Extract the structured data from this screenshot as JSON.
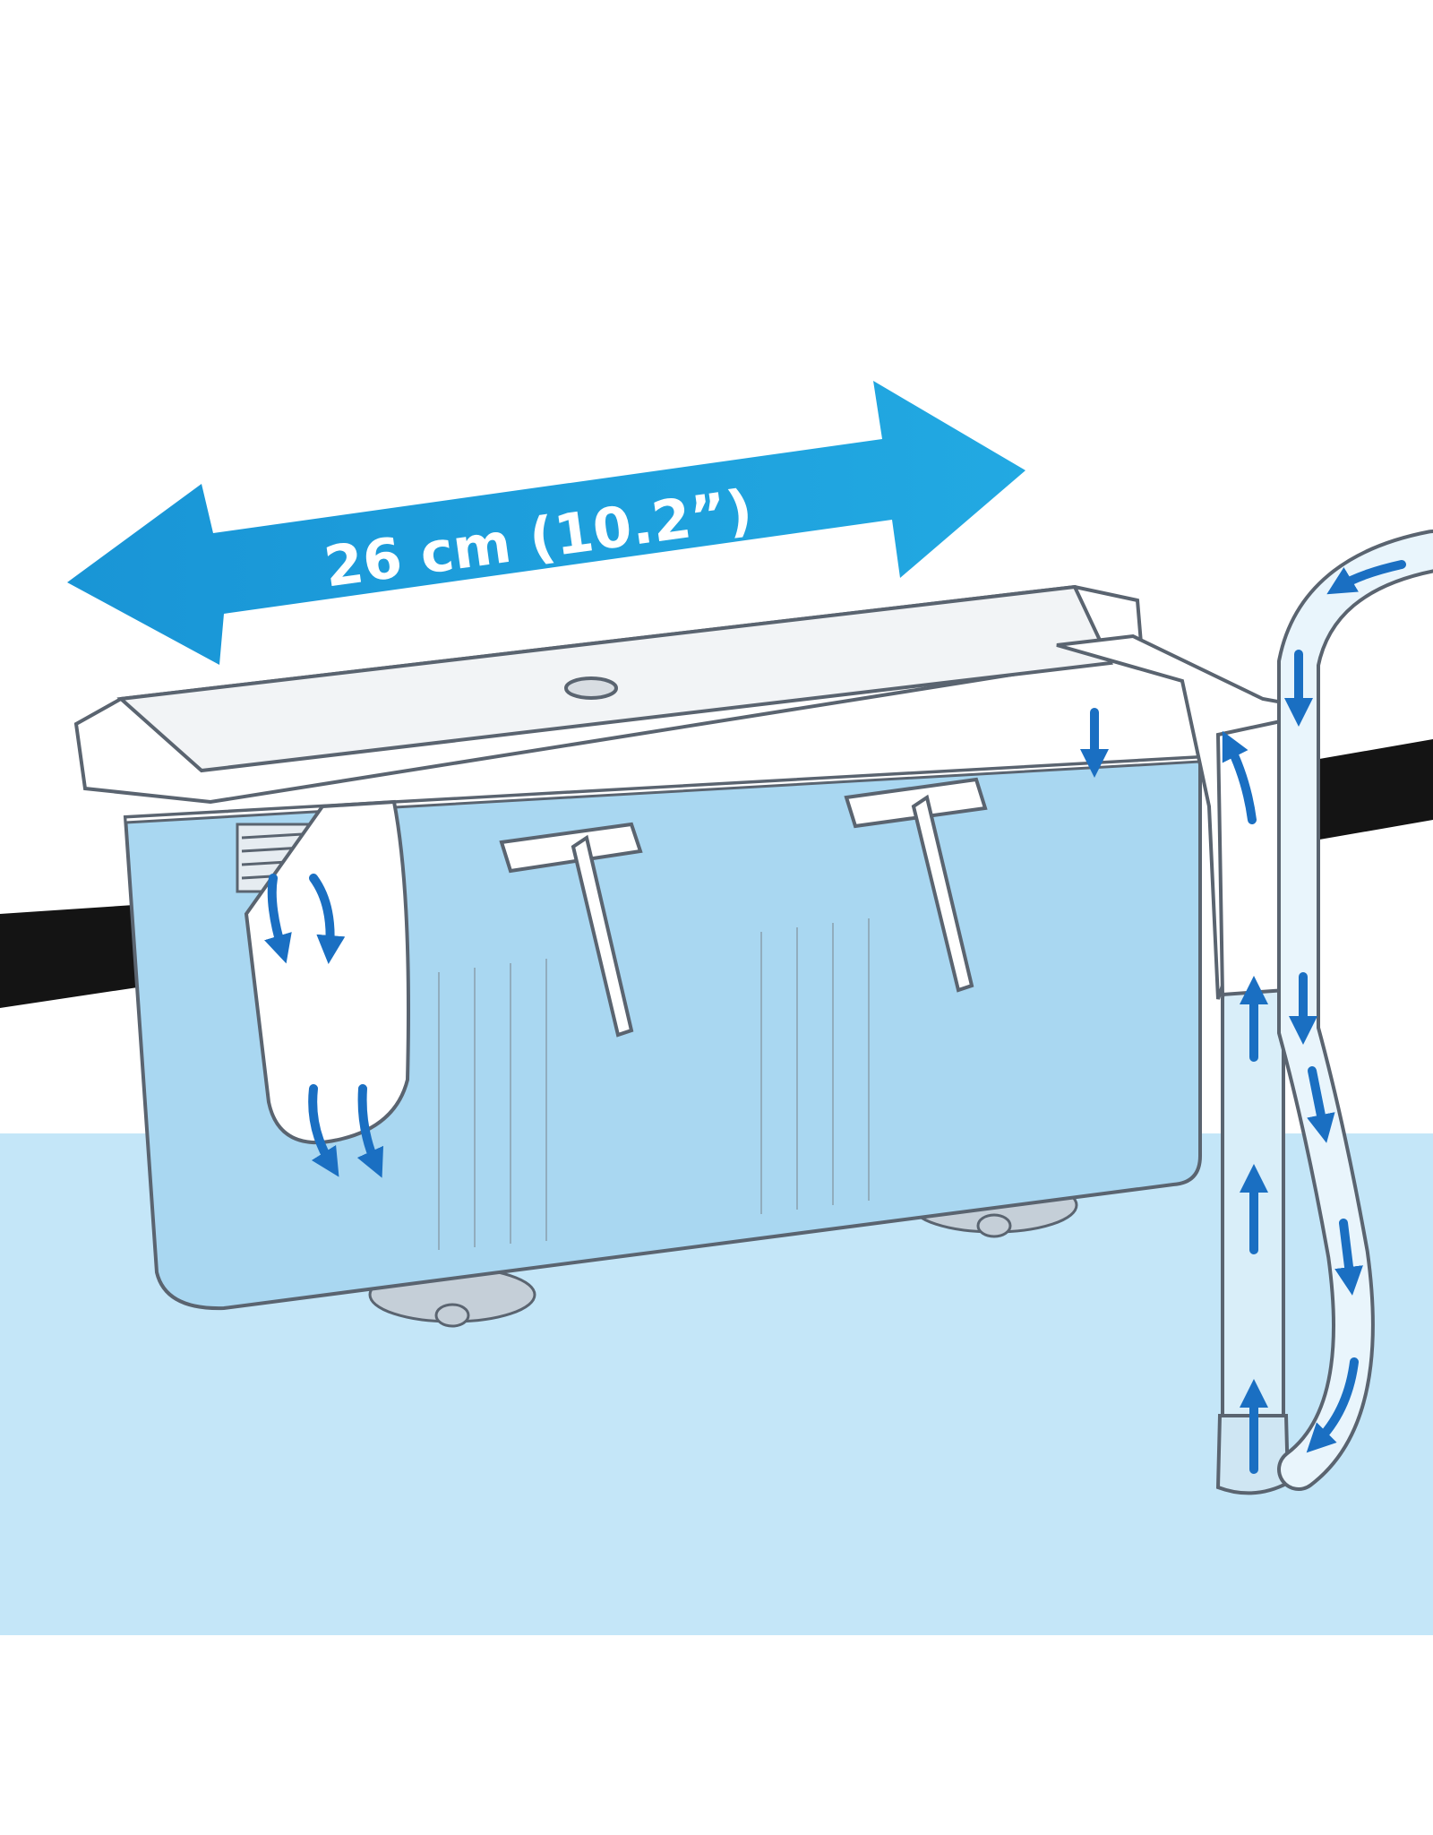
{
  "dimension": {
    "label": "26 cm  (10.2”)"
  },
  "colors": {
    "background": "#ffffff",
    "tank_water": "#c4e6f8",
    "filter_water": "#a9d7f1",
    "dimension_arrow": "#1a9fdc",
    "flow_arrow": "#1a6fc2",
    "rim": "#141414",
    "outline": "#5a6470"
  },
  "icons": [
    "double-headed-dimension-arrow",
    "flow-down-arrow",
    "flow-up-arrow"
  ]
}
